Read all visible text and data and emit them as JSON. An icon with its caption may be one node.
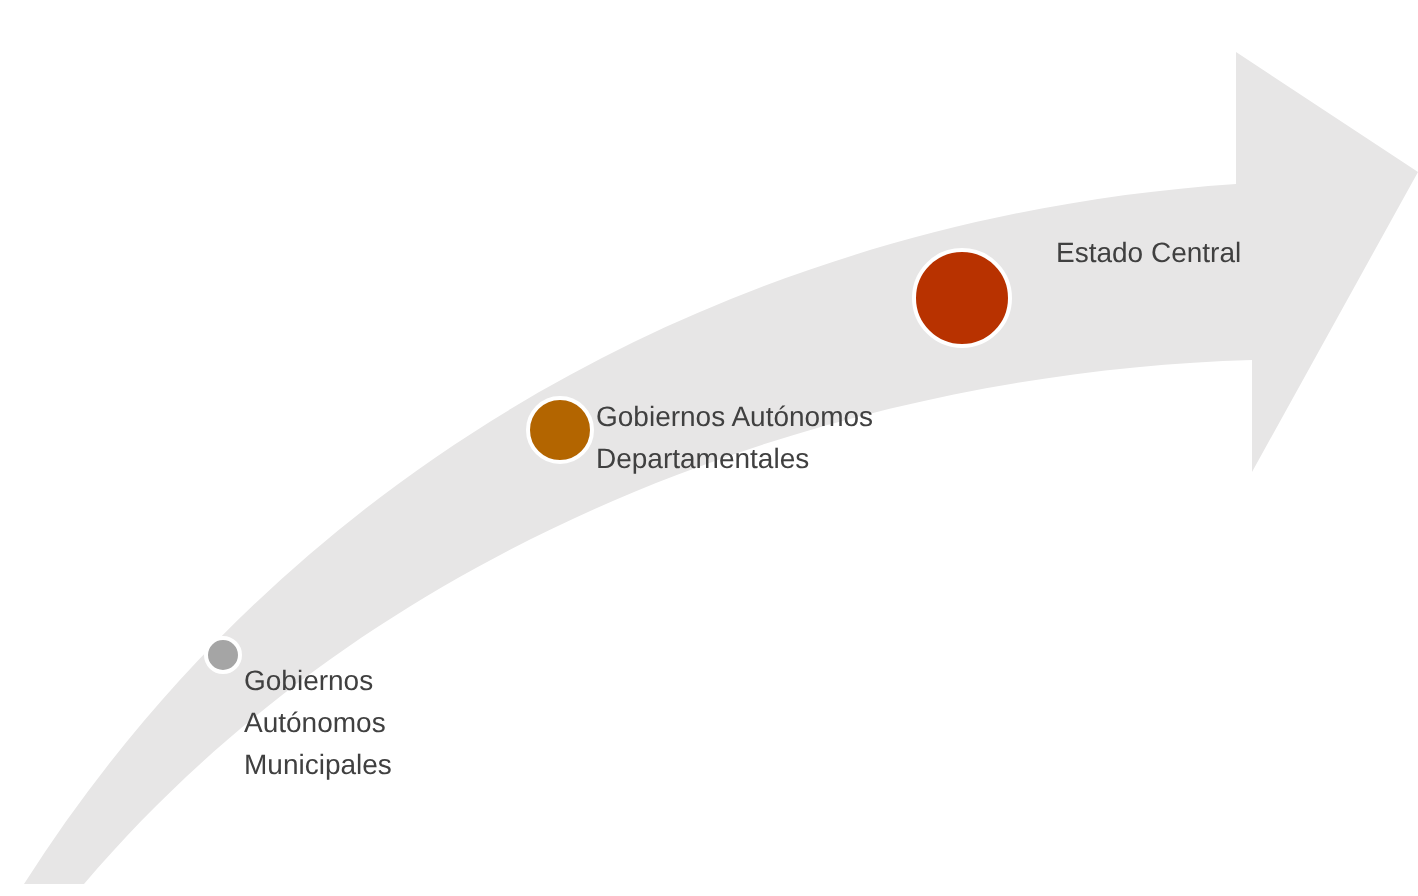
{
  "diagram": {
    "nodes": [
      {
        "text": [
          "Gobiernos Autónomos Municipales"
        ]
      },
      {
        "text": [
          "Gobiernos Autónomos Departamentales"
        ]
      },
      {
        "text": [
          "Estado Central"
        ]
      }
    ]
  }
}
